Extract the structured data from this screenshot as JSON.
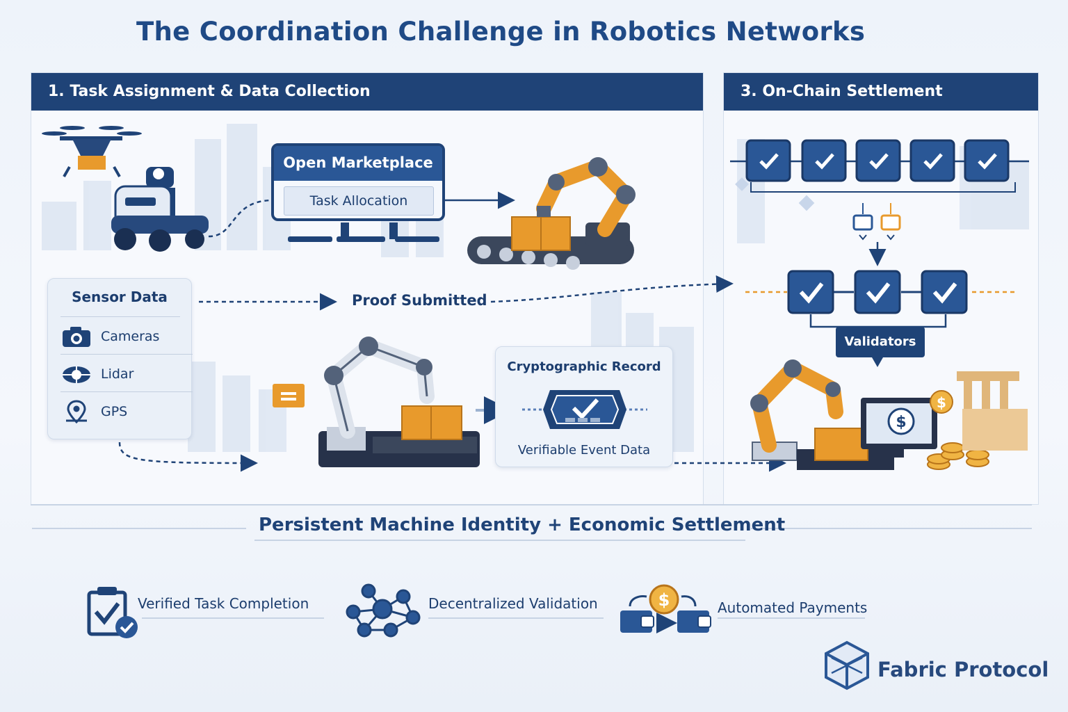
{
  "title": "The Coordination Challenge in Robotics Networks",
  "panels": {
    "left_title": "1. Task Assignment & Data Collection",
    "right_title": "3. On-Chain Settlement"
  },
  "marketplace": {
    "title": "Open Marketplace",
    "subtitle": "Task Allocation"
  },
  "sensor": {
    "title": "Sensor Data",
    "items": [
      "Cameras",
      "Lidar",
      "GPS"
    ]
  },
  "proof_label": "Proof Submitted",
  "record": {
    "title": "Cryptographic Record",
    "subtitle": "Verifiable Event Data"
  },
  "validators_label": "Validators",
  "tagline": "Persistent Machine Identity + Economic Settlement",
  "features": [
    "Verified Task Completion",
    "Decentralized Validation",
    "Automated Payments"
  ],
  "brand": "Fabric Protocol",
  "colors": {
    "navy": "#1f4377",
    "orange": "#e89a2c",
    "light_blue": "#eaf0f8"
  },
  "icons": [
    "drone-icon",
    "ground-robot-icon",
    "robot-arm-icon",
    "camera-icon",
    "lidar-icon",
    "gps-pin-icon",
    "blockchain-block-icon",
    "checkmark-icon",
    "dollar-icon",
    "coins-icon",
    "clipboard-check-icon",
    "network-nodes-icon",
    "wallet-transfer-icon",
    "fabric-logo-icon"
  ]
}
